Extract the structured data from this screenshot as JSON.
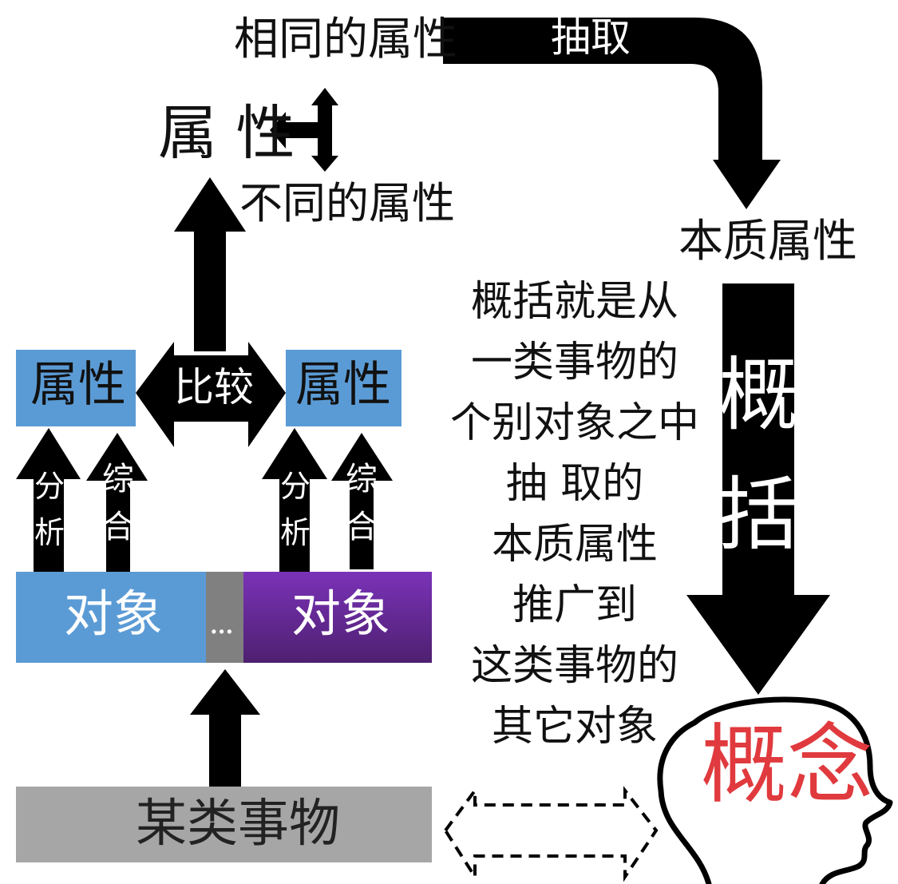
{
  "labels": {
    "same_attributes": "相同的属性",
    "extract": "抽取",
    "attribute": "属 性",
    "different_attributes": "不同的属性",
    "essential_attributes": "本质属性",
    "compare": "比较",
    "attribute_box_left": "属性",
    "attribute_box_right": "属性",
    "analysis": "分析",
    "synthesis": "综合",
    "object_left": "对象",
    "ellipsis": "...",
    "object_right": "对象",
    "some_things": "某类事物",
    "generalize": "概括",
    "concept": "概念"
  },
  "definition_lines": [
    "概括就是从",
    "一类事物的",
    "个别对象之中",
    "抽 取的",
    "本质属性",
    "推广到",
    "这类事物的",
    "其它对象"
  ],
  "colors": {
    "attribute_box": "#5b9bd5",
    "object_left": "#5b9bd5",
    "ellipsis_box": "#808080",
    "object_right": "#7030a0",
    "things_bar": "#a6a6a6",
    "concept_text": "#e03a3e",
    "arrows": "#000000"
  }
}
